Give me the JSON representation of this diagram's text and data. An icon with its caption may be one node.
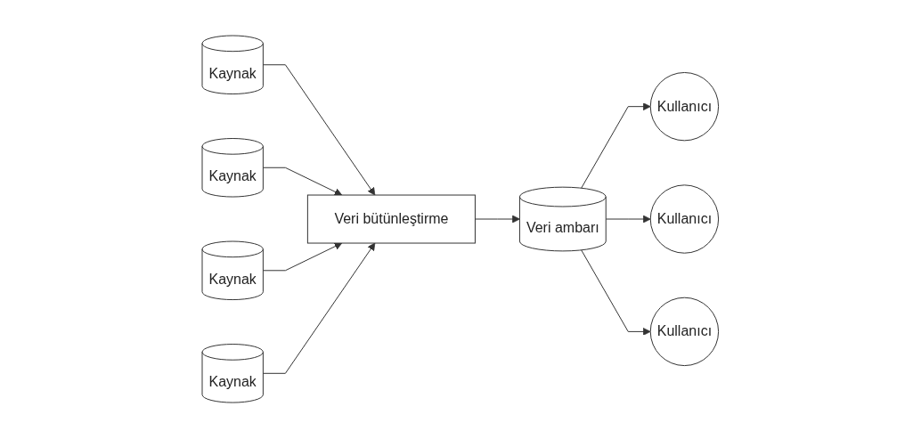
{
  "diagram": {
    "nodes": [
      {
        "text": [
          "Kaynak"
        ]
      },
      {
        "text": [
          "Kaynak"
        ]
      },
      {
        "text": [
          "Kaynak"
        ]
      },
      {
        "text": [
          "Kaynak"
        ]
      },
      {
        "text": [
          "Veri bütünleştirme"
        ]
      },
      {
        "text": [
          "Veri ambarı"
        ]
      },
      {
        "text": [
          "Kullanıcı"
        ]
      },
      {
        "text": [
          "Kullanıcı"
        ]
      },
      {
        "text": [
          "Kullanıcı"
        ]
      }
    ],
    "edges": [
      {
        "from": 0,
        "to": 4,
        "arrow": "to"
      },
      {
        "from": 1,
        "to": 4,
        "arrow": "to"
      },
      {
        "from": 2,
        "to": 4,
        "arrow": "to"
      },
      {
        "from": 3,
        "to": 4,
        "arrow": "to"
      },
      {
        "from": 4,
        "to": 5,
        "arrow": "to"
      },
      {
        "from": 5,
        "to": 6,
        "arrow": "to"
      },
      {
        "from": 5,
        "to": 7,
        "arrow": "to"
      },
      {
        "from": 5,
        "to": 8,
        "arrow": "to"
      }
    ]
  }
}
